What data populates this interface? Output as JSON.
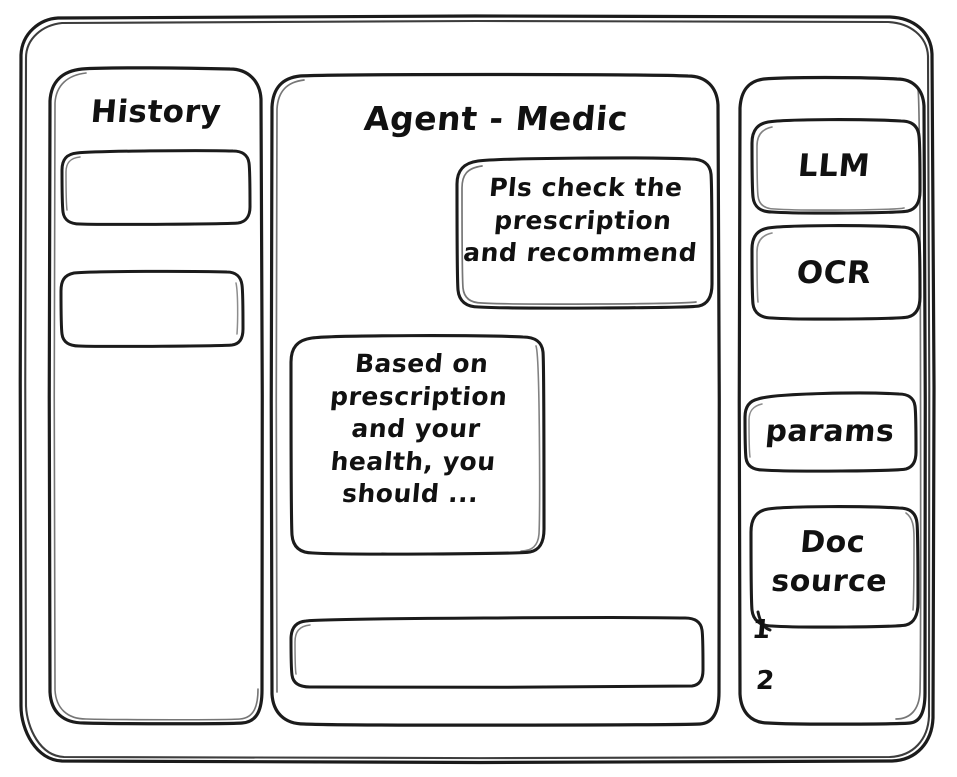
{
  "window": {
    "name": "agent-medic-wireframe"
  },
  "history": {
    "title": "History",
    "items": [
      {
        "label": ""
      },
      {
        "label": ""
      }
    ]
  },
  "agent": {
    "title": "Agent - Medic",
    "messages": [
      {
        "role": "user",
        "text": "Pls check the\nprescription\nand recommend"
      },
      {
        "role": "assistant",
        "text": "Based on\nprescription\nand your\nhealth, you\nshould ..."
      }
    ],
    "composer": {
      "value": "",
      "placeholder": ""
    }
  },
  "tools": {
    "items": [
      {
        "label": "LLM"
      },
      {
        "label": "OCR"
      },
      {
        "label": "params"
      },
      {
        "label": "Doc\nsource"
      }
    ],
    "doc_sources": [
      {
        "label": "1"
      },
      {
        "label": "2"
      }
    ]
  },
  "style": {
    "stroke": "#1b1b1b",
    "background": "#ffffff"
  }
}
